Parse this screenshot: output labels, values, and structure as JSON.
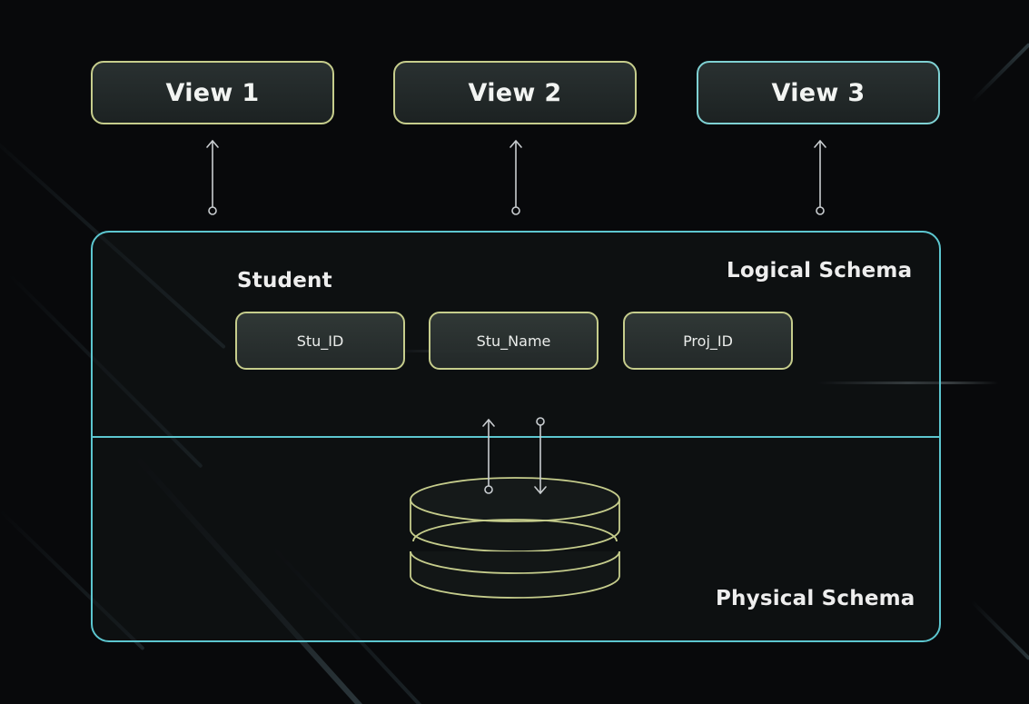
{
  "views": [
    {
      "label": "View 1"
    },
    {
      "label": "View 2"
    },
    {
      "label": "View 3"
    }
  ],
  "logical_schema": {
    "label": "Logical Schema",
    "entity": "Student",
    "fields": [
      "Stu_ID",
      "Stu_Name",
      "Proj_ID"
    ]
  },
  "physical_schema": {
    "label": "Physical Schema"
  },
  "colors": {
    "background": "#08090b",
    "box_border": "#c6cd8c",
    "view3_border": "#7fd1d3",
    "panel_border": "#5cc6cf",
    "connector": "#c9cdd0",
    "text": "#f2f4f2"
  }
}
